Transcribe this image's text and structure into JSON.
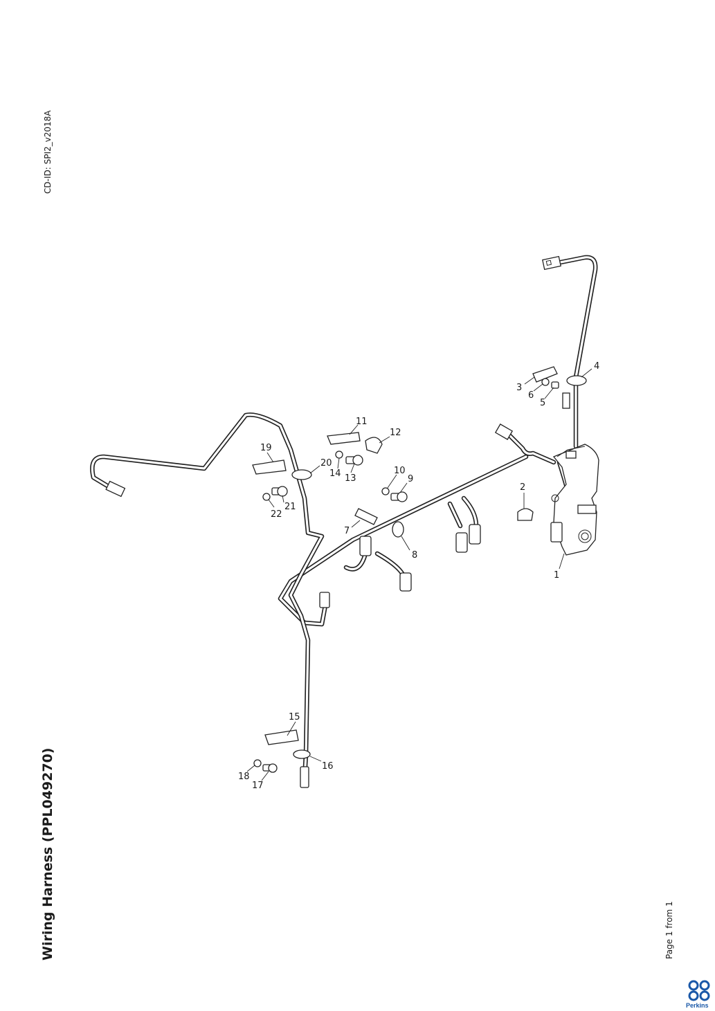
{
  "document": {
    "cd_id": "CD-ID: SPI2_v2018A",
    "title": "Wiring Harness (PPL049270)",
    "page_info": "Page 1 from 1"
  },
  "brand": {
    "name": "Perkins",
    "color": "#1a58a8"
  },
  "callouts": {
    "c1": "1",
    "c2": "2",
    "c3": "3",
    "c4": "4",
    "c5": "5",
    "c6": "6",
    "c7": "7",
    "c8": "8",
    "c9": "9",
    "c10": "10",
    "c11": "11",
    "c12": "12",
    "c13": "13",
    "c14": "14",
    "c15": "15",
    "c16": "16",
    "c17": "17",
    "c18": "18",
    "c19": "19",
    "c20": "20",
    "c21": "21",
    "c22": "22"
  }
}
